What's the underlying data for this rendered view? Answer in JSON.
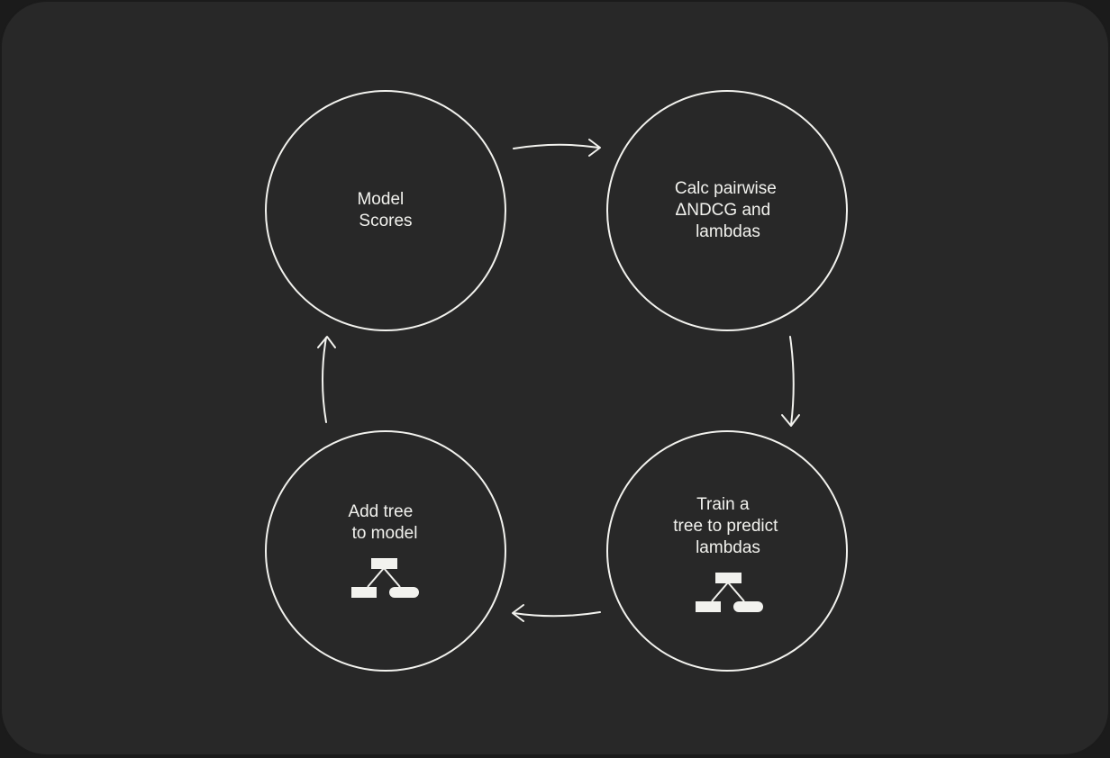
{
  "diagram": {
    "nodes": [
      {
        "id": "model-scores",
        "lines": [
          "Model",
          "Scores"
        ],
        "has_tree_icon": false
      },
      {
        "id": "calc-lambdas",
        "lines": [
          "Calc pairwise",
          "ΔNDCG and",
          "lambdas"
        ],
        "has_tree_icon": false
      },
      {
        "id": "train-tree",
        "lines": [
          "Train a",
          "tree to predict",
          "lambdas"
        ],
        "has_tree_icon": true
      },
      {
        "id": "add-tree",
        "lines": [
          "Add tree",
          "to model"
        ],
        "has_tree_icon": true
      }
    ],
    "edges": [
      {
        "from": "model-scores",
        "to": "calc-lambdas"
      },
      {
        "from": "calc-lambdas",
        "to": "train-tree"
      },
      {
        "from": "train-tree",
        "to": "add-tree"
      },
      {
        "from": "add-tree",
        "to": "model-scores"
      }
    ],
    "colors": {
      "background": "#282828",
      "foreground": "#f2f2ee"
    },
    "icons": {
      "tree": "decision-tree-icon"
    }
  }
}
